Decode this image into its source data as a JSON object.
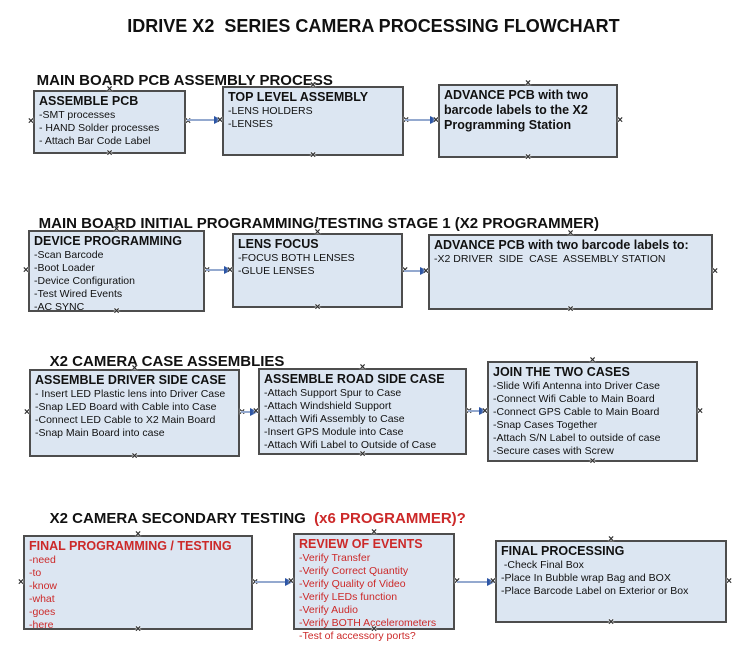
{
  "title": "IDRIVE X2  SERIES CAMERA PROCESSING FLOWCHART",
  "colors": {
    "background": "#ffffff",
    "text": "#111111",
    "red_accent": "#cc2929",
    "box_fill": "#dce6f2",
    "box_border": "#4d4d4d",
    "arrow_line": "#94a9cf",
    "arrow_head": "#2c55a5"
  },
  "icons": {
    "connection_handle": "×",
    "arrow_head": "right-pointing-triangle"
  },
  "sections": [
    {
      "heading": "MAIN BOARD PCB ASSEMBLY PROCESS",
      "heading_suffix": "",
      "boxes": [
        {
          "title": "ASSEMBLE PCB",
          "items": [
            "-SMT processes",
            "- HAND Solder processes",
            "- Attach Bar Code Label"
          ]
        },
        {
          "title": "TOP LEVEL ASSEMBLY",
          "items": [
            "-LENS HOLDERS",
            "-LENSES"
          ]
        },
        {
          "title": "ADVANCE PCB with two barcode labels to the X2 Programming Station",
          "items": []
        }
      ]
    },
    {
      "heading": "MAIN BOARD INITIAL PROGRAMMING/TESTING STAGE 1 (X2 PROGRAMMER)",
      "heading_suffix": "",
      "boxes": [
        {
          "title": "DEVICE PROGRAMMING",
          "items": [
            "-Scan Barcode",
            "-Boot Loader",
            "-Device Configuration",
            "-Test Wired Events",
            "-AC SYNC"
          ]
        },
        {
          "title": "LENS FOCUS",
          "items": [
            "-FOCUS BOTH LENSES",
            "-GLUE LENSES"
          ]
        },
        {
          "title": "ADVANCE PCB with two barcode labels to:",
          "items": [
            "-X2 DRIVER  SIDE  CASE  ASSEMBLY STATION"
          ]
        }
      ]
    },
    {
      "heading": "X2 CAMERA CASE ASSEMBLIES",
      "heading_suffix": "",
      "boxes": [
        {
          "title": "ASSEMBLE DRIVER SIDE CASE",
          "items": [
            "- Insert LED Plastic lens into Driver Case",
            "-Snap LED Board with Cable into Case",
            "-Connect LED Cable to X2 Main Board",
            "-Snap Main Board into case"
          ]
        },
        {
          "title": "ASSEMBLE ROAD SIDE CASE",
          "items": [
            "-Attach Support Spur to Case",
            "-Attach Windshield Support",
            "-Attach Wifi Assembly to Case",
            "-Insert GPS Module into Case",
            "-Attach Wifi Label to Outside of Case"
          ]
        },
        {
          "title": "JOIN THE TWO CASES",
          "items": [
            "-Slide Wifi Antenna into Driver Case",
            "-Connect Wifi Cable to Main Board",
            "-Connect GPS Cable to Main Board",
            "-Snap Cases Together",
            "-Attach S/N Label to outside of case",
            "-Secure cases with Screw"
          ]
        }
      ]
    },
    {
      "heading": "X2 CAMERA SECONDARY TESTING",
      "heading_suffix": "  (x6 PROGRAMMER)?",
      "boxes": [
        {
          "title": "FINAL PROGRAMMING / TESTING",
          "items": [
            "-need",
            "-to",
            "-know",
            "-what",
            "-goes",
            "-here"
          ]
        },
        {
          "title": "REVIEW OF EVENTS",
          "items": [
            "-Verify Transfer",
            "-Verify Correct Quantity",
            "-Verify Quality of Video",
            "-Verify LEDs function",
            "-Verify Audio",
            "-Verify BOTH Accelerometers",
            "-Test of accessory ports?"
          ]
        },
        {
          "title": "FINAL PROCESSING",
          "items": [
            " -Check Final Box",
            "-Place In Bubble wrap Bag and BOX",
            "-Place Barcode Label on Exterior or Box"
          ]
        }
      ]
    }
  ]
}
